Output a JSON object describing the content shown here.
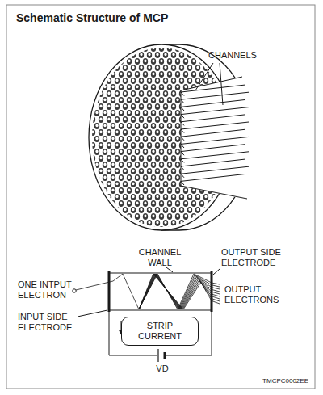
{
  "diagram": {
    "title": "Schematic Structure of MCP",
    "nodes": [
      {
        "text": [
          "STRIP CURRENT"
        ]
      }
    ],
    "labels": [
      "CHANNELS",
      "CHANNEL WALL",
      "OUTPUT SIDE ELECTRODE",
      "ONE INTPUT ELECTRON",
      "OUTPUT ELECTRONS",
      "INPUT SIDE ELECTRODE",
      "VD",
      "TMCPC0002EE"
    ]
  }
}
